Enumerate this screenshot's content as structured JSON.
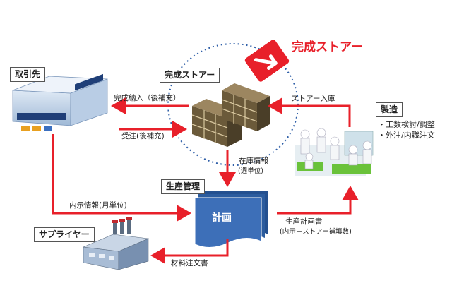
{
  "callout": {
    "title": "完成ストアー"
  },
  "nodes": {
    "customer": {
      "label": "取引先"
    },
    "store": {
      "label": "完成ストアー"
    },
    "manufacturing": {
      "label": "製造",
      "notes": [
        "・工数検討/調整",
        "・外注/内職注文"
      ]
    },
    "production_control": {
      "label": "生産管理",
      "doc": "計画"
    },
    "supplier": {
      "label": "サプライヤー"
    }
  },
  "flows": {
    "delivery": "完成納入（後補充）",
    "order": "受注(後補充)",
    "store_in": "ストアー入庫",
    "inventory_info": "在庫情報",
    "inventory_info_unit": "(週単位)",
    "forecast": "内示情報(月単位)",
    "prod_plan": "生産計画書",
    "prod_plan_note": "(内示＋ストアー補填数)",
    "material_order": "材料注文書"
  },
  "colors": {
    "arrow": "#e8202a",
    "circle": "#2f5fa8",
    "doc": "#3d6fb8"
  }
}
